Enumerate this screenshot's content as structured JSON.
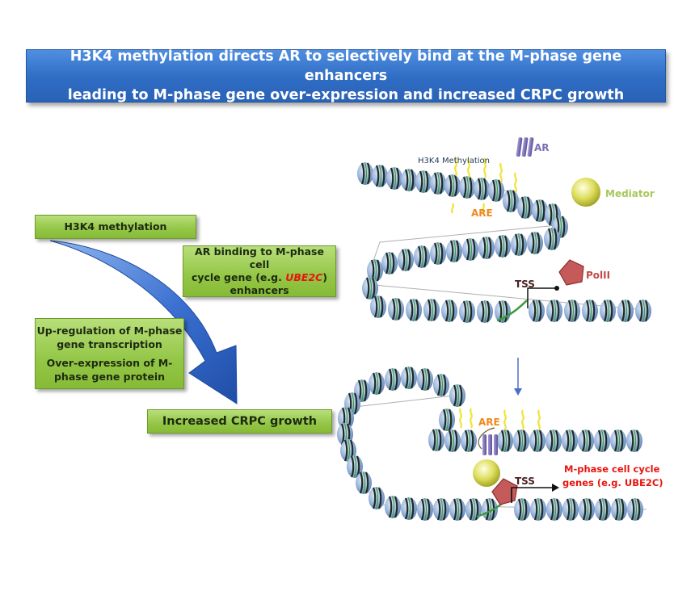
{
  "title": {
    "line1": "H3K4 methylation directs AR to selectively bind at the M-phase gene enhancers",
    "line2": "leading to M-phase gene over-expression and increased CRPC growth"
  },
  "boxes": {
    "h3k4": "H3K4 methylation",
    "ar_binding_pre": "AR binding to M-phase cell",
    "ar_binding_mid": "cycle gene (e.g. ",
    "ar_binding_gene": "UBE2C",
    "ar_binding_post": ")",
    "ar_binding_line3": "enhancers",
    "upreg_line1": "Up-regulation of M-phase",
    "upreg_line2": "gene transcription",
    "overexp_line1": "Over-expression of M-",
    "overexp_line2": "phase gene protein",
    "growth": "Increased CRPC growth"
  },
  "labels": {
    "h3k4_methylation": "H3K4 Methylation",
    "ar": "AR",
    "mediator": "Mediator",
    "are_top": "ARE",
    "polii": "PolII",
    "tss_top": "TSS",
    "are_bottom": "ARE",
    "tss_bottom": "TSS",
    "mphase_line1": "M-phase cell cycle",
    "mphase_line2": "genes (e.g. UBE2C)"
  },
  "colors": {
    "banner": "#2f6cc4",
    "box_green": "#93c646",
    "arrow_blue": "#2a5fc0",
    "ar_purple": "#7c6fb3",
    "mediator_yellow": "#d8d84a",
    "polii_red": "#c45a5a",
    "are_orange": "#f08a1c",
    "highlight_red": "#e8140f"
  }
}
